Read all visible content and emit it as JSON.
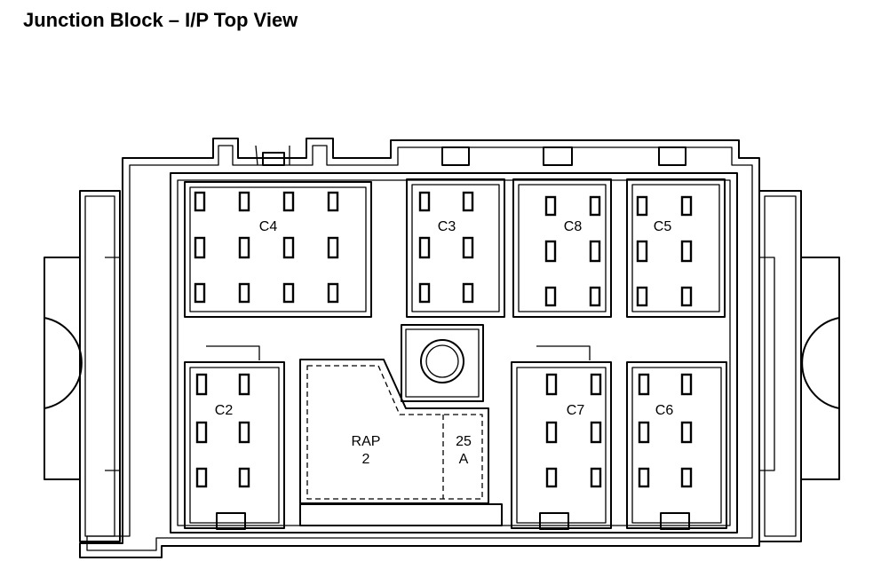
{
  "title": "Junction Block – I/P Top View",
  "connectors": {
    "c4": "C4",
    "c3": "C3",
    "c8": "C8",
    "c5": "C5",
    "c2": "C2",
    "c7": "C7",
    "c6": "C6"
  },
  "relay": {
    "name_line1": "RAP",
    "name_line2": "2",
    "amp_line1": "25",
    "amp_line2": "A"
  }
}
